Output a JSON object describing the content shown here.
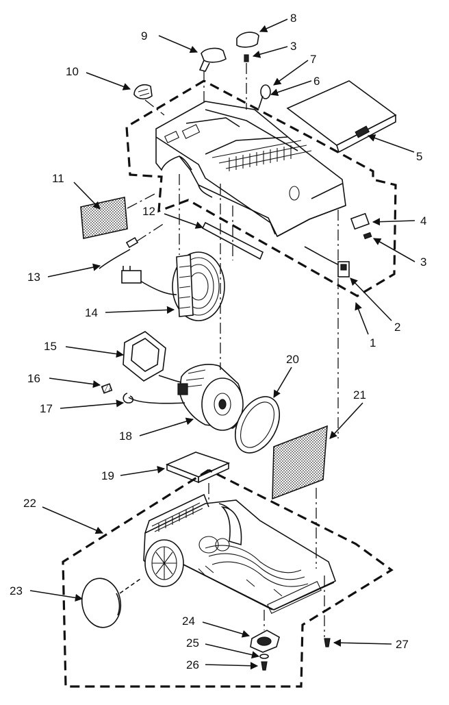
{
  "diagram": {
    "callouts": [
      {
        "id": "1",
        "label": "1"
      },
      {
        "id": "2",
        "label": "2"
      },
      {
        "id": "3a",
        "label": "3"
      },
      {
        "id": "3b",
        "label": "3"
      },
      {
        "id": "4",
        "label": "4"
      },
      {
        "id": "5",
        "label": "5"
      },
      {
        "id": "6",
        "label": "6"
      },
      {
        "id": "7",
        "label": "7"
      },
      {
        "id": "8",
        "label": "8"
      },
      {
        "id": "9",
        "label": "9"
      },
      {
        "id": "10",
        "label": "10"
      },
      {
        "id": "11",
        "label": "11"
      },
      {
        "id": "12",
        "label": "12"
      },
      {
        "id": "13",
        "label": "13"
      },
      {
        "id": "14",
        "label": "14"
      },
      {
        "id": "15",
        "label": "15"
      },
      {
        "id": "16",
        "label": "16"
      },
      {
        "id": "17",
        "label": "17"
      },
      {
        "id": "18",
        "label": "18"
      },
      {
        "id": "19",
        "label": "19"
      },
      {
        "id": "20",
        "label": "20"
      },
      {
        "id": "21",
        "label": "21"
      },
      {
        "id": "22",
        "label": "22"
      },
      {
        "id": "23",
        "label": "23"
      },
      {
        "id": "24",
        "label": "24"
      },
      {
        "id": "25",
        "label": "25"
      },
      {
        "id": "26",
        "label": "26"
      },
      {
        "id": "27",
        "label": "27"
      }
    ]
  }
}
